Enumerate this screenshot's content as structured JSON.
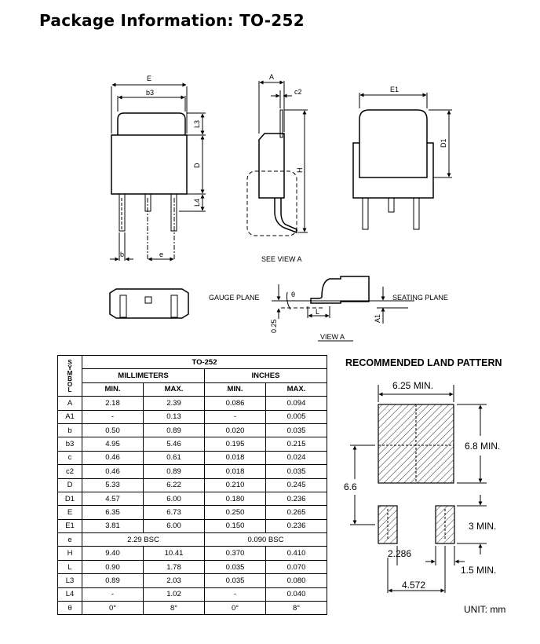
{
  "title": "Package Information: TO-252",
  "drawing_labels": {
    "E": "E",
    "b3": "b3",
    "L3": "L3",
    "D": "D",
    "L4": "L4",
    "b": "b",
    "e": "e",
    "A": "A",
    "c2": "c2",
    "H": "H",
    "see_view_a": "SEE VIEW A",
    "E1": "E1",
    "D1": "D1",
    "gauge_plane": "GAUGE PLANE",
    "seating_plane": "SEATING PLANE",
    "theta": "θ",
    "L": "L",
    "dim_025": "0.25",
    "A1": "A1",
    "view_a": "VIEW A"
  },
  "table": {
    "package": "TO-252",
    "symbol_header": [
      "S",
      "Y",
      "M",
      "B",
      "O",
      "L"
    ],
    "millimeters": "MILLIMETERS",
    "inches": "INCHES",
    "min": "MIN.",
    "max": "MAX.",
    "rows": [
      {
        "sym": "A",
        "mm_min": "2.18",
        "mm_max": "2.39",
        "in_min": "0.086",
        "in_max": "0.094"
      },
      {
        "sym": "A1",
        "mm_min": "-",
        "mm_max": "0.13",
        "in_min": "-",
        "in_max": "0.005"
      },
      {
        "sym": "b",
        "mm_min": "0.50",
        "mm_max": "0.89",
        "in_min": "0.020",
        "in_max": "0.035"
      },
      {
        "sym": "b3",
        "mm_min": "4.95",
        "mm_max": "5.46",
        "in_min": "0.195",
        "in_max": "0.215"
      },
      {
        "sym": "c",
        "mm_min": "0.46",
        "mm_max": "0.61",
        "in_min": "0.018",
        "in_max": "0.024"
      },
      {
        "sym": "c2",
        "mm_min": "0.46",
        "mm_max": "0.89",
        "in_min": "0.018",
        "in_max": "0.035"
      },
      {
        "sym": "D",
        "mm_min": "5.33",
        "mm_max": "6.22",
        "in_min": "0.210",
        "in_max": "0.245"
      },
      {
        "sym": "D1",
        "mm_min": "4.57",
        "mm_max": "6.00",
        "in_min": "0.180",
        "in_max": "0.236"
      },
      {
        "sym": "E",
        "mm_min": "6.35",
        "mm_max": "6.73",
        "in_min": "0.250",
        "in_max": "0.265"
      },
      {
        "sym": "E1",
        "mm_min": "3.81",
        "mm_max": "6.00",
        "in_min": "0.150",
        "in_max": "0.236"
      },
      {
        "sym": "e",
        "mm_span": "2.29 BSC",
        "in_span": "0.090 BSC"
      },
      {
        "sym": "H",
        "mm_min": "9.40",
        "mm_max": "10.41",
        "in_min": "0.370",
        "in_max": "0.410"
      },
      {
        "sym": "L",
        "mm_min": "0.90",
        "mm_max": "1.78",
        "in_min": "0.035",
        "in_max": "0.070"
      },
      {
        "sym": "L3",
        "mm_min": "0.89",
        "mm_max": "2.03",
        "in_min": "0.035",
        "in_max": "0.080"
      },
      {
        "sym": "L4",
        "mm_min": "-",
        "mm_max": "1.02",
        "in_min": "-",
        "in_max": "0.040"
      },
      {
        "sym": "θ",
        "mm_min": "0°",
        "mm_max": "8°",
        "in_min": "0°",
        "in_max": "8°"
      }
    ]
  },
  "land_pattern": {
    "title": "RECOMMENDED LAND PATTERN",
    "w_625": "6.25 MIN.",
    "h_68": "6.8 MIN.",
    "h_66": "6.6",
    "h_3": "3 MIN.",
    "w_2286": "2.286",
    "h_15": "1.5 MIN.",
    "w_4572": "4.572",
    "unit": "UNIT: mm"
  }
}
